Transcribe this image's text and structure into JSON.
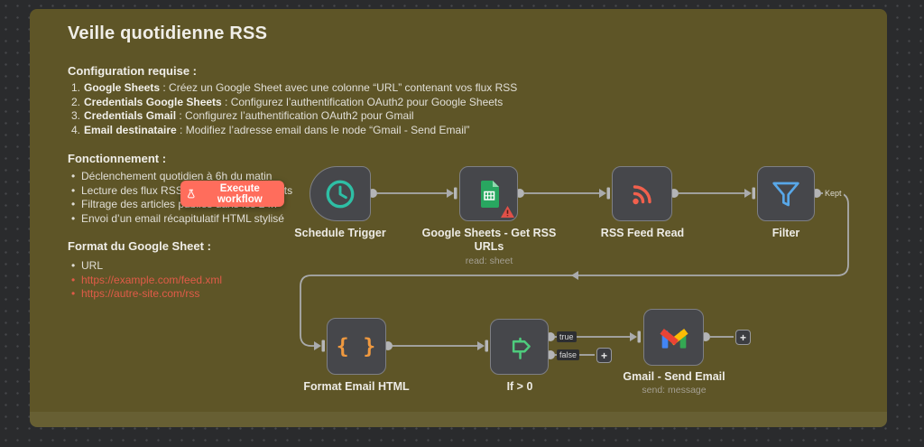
{
  "sticky": {
    "title": "Veille quotidienne RSS",
    "config": {
      "heading": "Configuration requise :",
      "items": [
        {
          "num": "1.",
          "bold": "Google Sheets",
          "text": " : Créez un Google Sheet avec une colonne “URL” contenant vos flux RSS"
        },
        {
          "num": "2.",
          "bold": "Credentials Google Sheets",
          "text": " : Configurez l’authentification OAuth2 pour Google Sheets"
        },
        {
          "num": "3.",
          "bold": "Credentials Gmail",
          "text": " : Configurez l’authentification OAuth2 pour Gmail"
        },
        {
          "num": "4.",
          "bold": "Email destinataire",
          "text": " : Modifiez l’adresse email dans le node “Gmail - Send Email”"
        }
      ]
    },
    "fonctionnement": {
      "heading": "Fonctionnement :",
      "items": [
        "Déclenchement quotidien à 6h du matin",
        "Lecture des flux RSS depuis Google Sheets",
        "Filtrage des articles publiés dans les 24h",
        "Envoi d’un email récapitulatif HTML stylisé"
      ]
    },
    "format": {
      "heading": "Format du Google Sheet :",
      "items": [
        "URL",
        "https://example.com/feed.xml",
        "https://autre-site.com/rss"
      ]
    }
  },
  "toolbar": {
    "execute_label": "Execute workflow"
  },
  "nodes": {
    "schedule": {
      "label": "Schedule Trigger"
    },
    "sheets": {
      "label": "Google Sheets - Get RSS URLs",
      "subtitle": "read: sheet"
    },
    "rss": {
      "label": "RSS Feed Read"
    },
    "filter": {
      "label": "Filter",
      "output_label": "Kept"
    },
    "code": {
      "label": "Format Email HTML",
      "icon_glyph": "{ }"
    },
    "if": {
      "label": "If > 0",
      "true_label": "true",
      "false_label": "false"
    },
    "gmail": {
      "label": "Gmail - Send Email",
      "subtitle": "send: message"
    }
  },
  "ui": {
    "plus": "+"
  },
  "colors": {
    "canvas_bg": "#2a2b2d",
    "sticky_bg": "#5e5527",
    "execute_button": "#ff6d5c",
    "link": "#e05b48",
    "wire": "#aaabad",
    "node_bg": "#46474b",
    "icon_schedule": "#2ebfa5",
    "icon_sheets": "#28a760",
    "icon_rss": "#f2604d",
    "icon_filter": "#58a7e8",
    "icon_code": "#f0993f",
    "icon_if": "#4ecb7d",
    "warning": "#e05048"
  }
}
